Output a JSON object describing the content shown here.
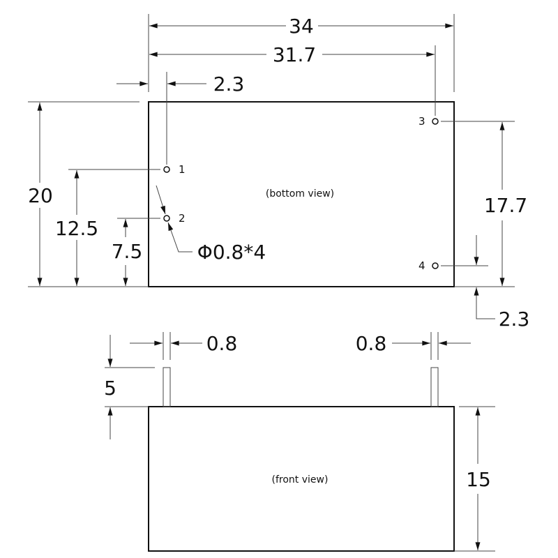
{
  "diagram": {
    "bottom_view": {
      "caption": "(bottom view)",
      "pins": [
        "1",
        "2",
        "3",
        "4"
      ],
      "dims": {
        "overall_width": "34",
        "pin_span": "31.7",
        "pin_offset_left": "2.3",
        "height": "20",
        "pin1_from_bottom": "12.5",
        "pin2_from_bottom": "7.5",
        "pin3_to_pin4": "17.7",
        "pin4_from_bottom": "2.3",
        "pin_diameter": "Φ0.8*4"
      }
    },
    "front_view": {
      "caption": "(front view)",
      "dims": {
        "pin_width_left": "0.8",
        "pin_width_right": "0.8",
        "pin_length": "5",
        "body_height": "15"
      }
    }
  }
}
